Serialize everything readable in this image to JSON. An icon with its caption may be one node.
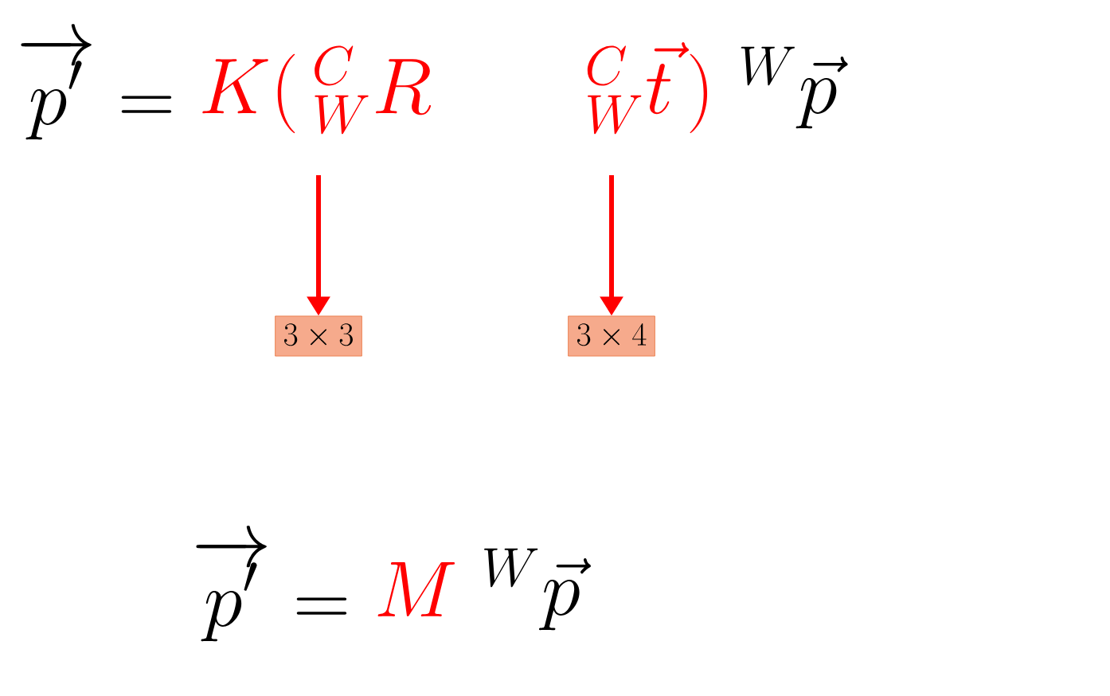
{
  "diagram": {
    "nodes": [
      {
        "text": [
          "3 \\times 3"
        ]
      },
      {
        "text": [
          "3 \\times 4"
        ]
      }
    ],
    "edges": [
      {
        "from": null,
        "to": 0,
        "arrow": "to"
      },
      {
        "from": null,
        "to": 1,
        "arrow": "to"
      }
    ],
    "labels": [
      "\\overrightarrow{p'} =",
      "K\\Big(\\, {}^{C}_{W}R \\qquad {}^{C}_{W}\\vec{t}\\,\\Big)",
      "{}^{W}\\vec{p}",
      "\\overrightarrow{p'} =",
      "M",
      "{}^{W}\\vec{p}"
    ]
  }
}
